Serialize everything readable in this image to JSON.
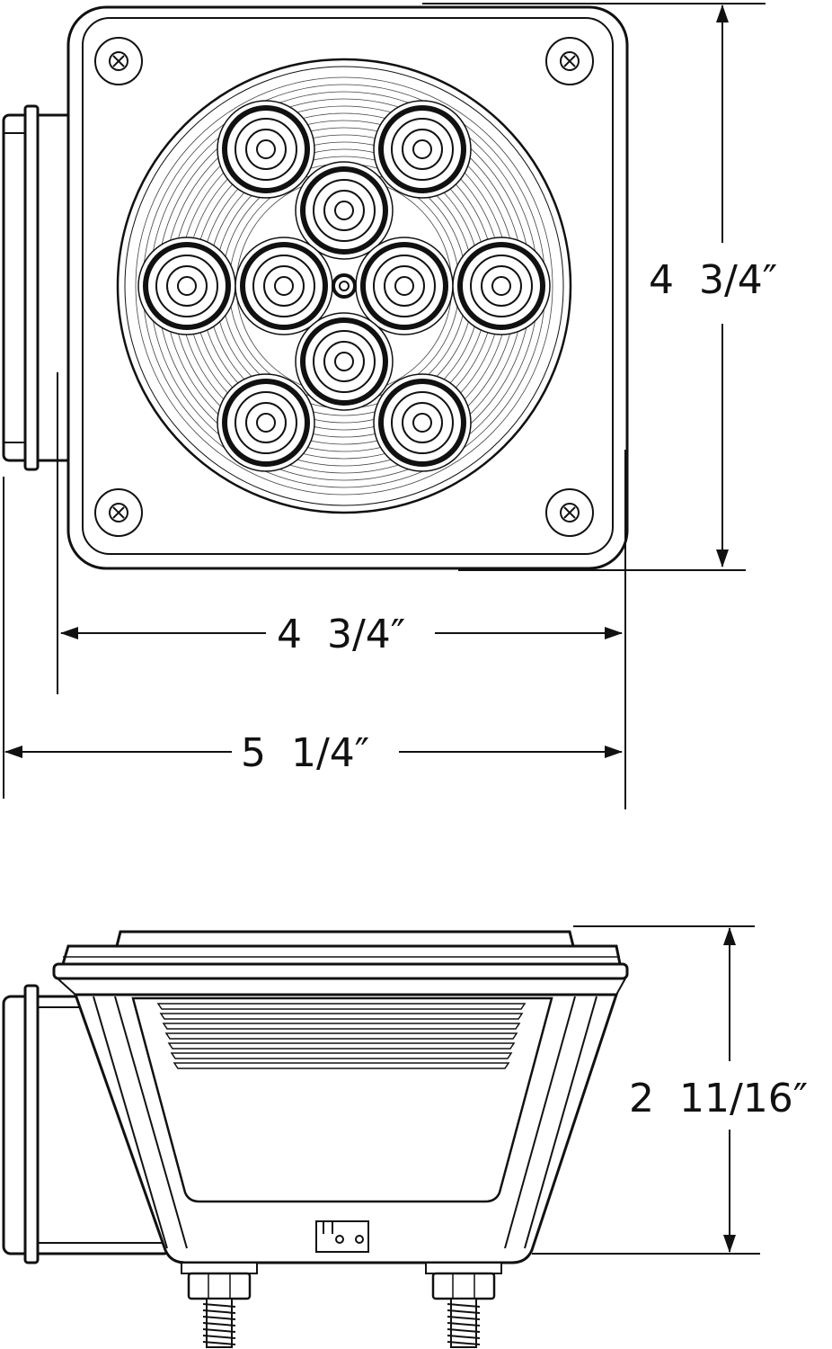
{
  "dimensions": {
    "front_height": "4  3/4″",
    "front_width": "4  3/4″",
    "overall_width": "5  1/4″",
    "side_depth": "2  11/16″"
  },
  "colors": {
    "line": "#111111",
    "background": "#ffffff"
  }
}
